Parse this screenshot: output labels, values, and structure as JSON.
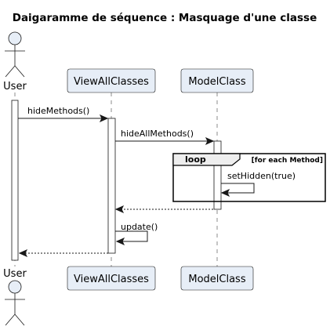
{
  "diagram": {
    "title": "Daigaramme de séquence : Masquage d'une classe",
    "type": "sequence"
  },
  "participants": [
    {
      "id": "user",
      "label": "User",
      "kind": "actor"
    },
    {
      "id": "viewallclasses",
      "label": "ViewAllClasses",
      "kind": "participant"
    },
    {
      "id": "modelclass",
      "label": "ModelClass",
      "kind": "participant"
    }
  ],
  "messages": [
    {
      "from": "user",
      "to": "viewallclasses",
      "label": "hideMethods()",
      "style": "solid"
    },
    {
      "from": "viewallclasses",
      "to": "modelclass",
      "label": "hideAllMethods()",
      "style": "solid"
    },
    {
      "from": "modelclass",
      "to": "modelclass",
      "label": "setHidden(true)",
      "style": "self"
    },
    {
      "from": "modelclass",
      "to": "viewallclasses",
      "label": "",
      "style": "dashed"
    },
    {
      "from": "viewallclasses",
      "to": "viewallclasses",
      "label": "update()",
      "style": "self"
    },
    {
      "from": "viewallclasses",
      "to": "user",
      "label": "",
      "style": "dashed"
    }
  ],
  "fragment": {
    "keyword": "loop",
    "guard": "[for each Method]"
  },
  "colors": {
    "participant_fill": "#e7eef7",
    "line": "#181818",
    "frame_tab_fill": "#eeeeee"
  }
}
